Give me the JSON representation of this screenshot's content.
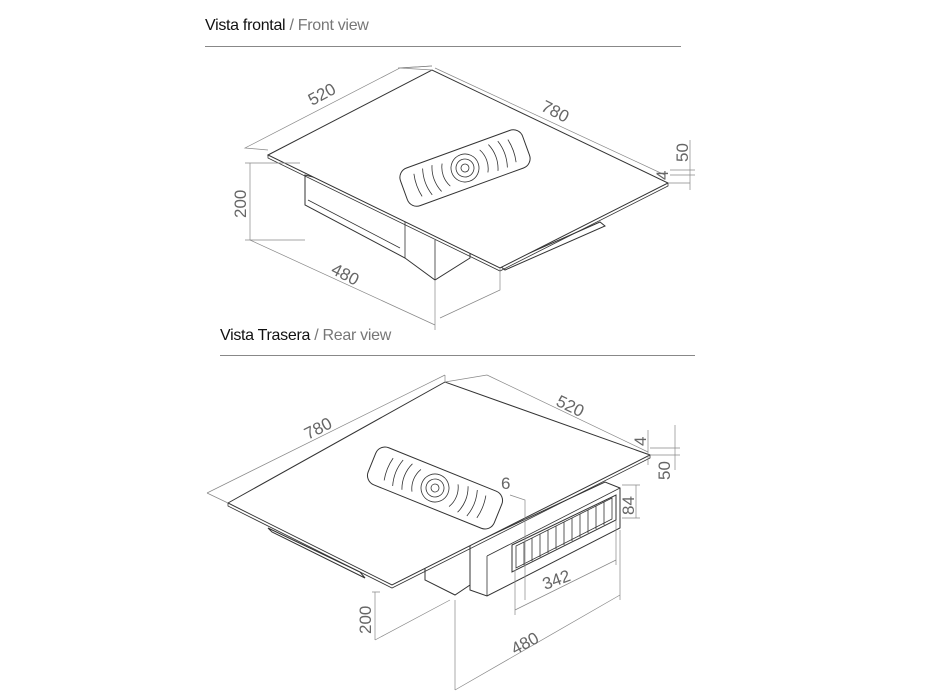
{
  "front_view": {
    "title_es": "Vista frontal",
    "title_en": "/ Front view",
    "dimensions": {
      "width": "520",
      "length": "780",
      "height": "200",
      "depth": "480",
      "thickness": "50",
      "glass": "4"
    }
  },
  "rear_view": {
    "title_es": "Vista Trasera",
    "title_en": "/ Rear view",
    "dimensions": {
      "length": "780",
      "width": "520",
      "glass": "4",
      "thickness": "50",
      "offset": "6",
      "duct_height": "84",
      "duct_width": "342",
      "height": "200",
      "depth": "480"
    }
  }
}
